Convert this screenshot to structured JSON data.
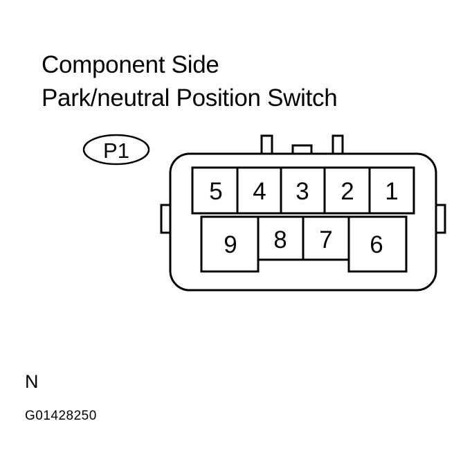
{
  "title": {
    "line1": "Component Side",
    "line2": "Park/neutral Position Switch"
  },
  "connector": {
    "id": "P1",
    "top_row": [
      "5",
      "4",
      "3",
      "2",
      "1"
    ],
    "bottom_row": [
      "9",
      "8",
      "7",
      "6"
    ]
  },
  "footer": {
    "label": "N",
    "code": "G01428250"
  }
}
